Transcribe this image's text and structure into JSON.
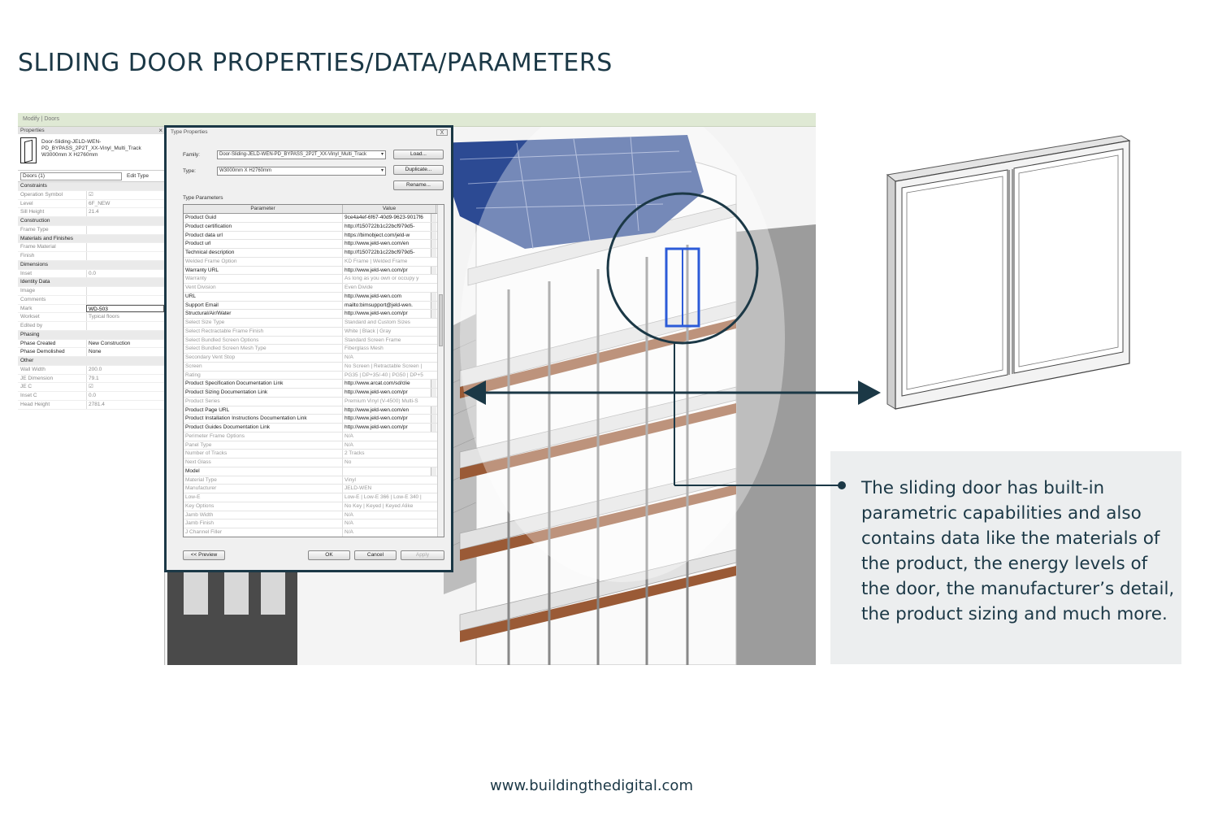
{
  "page_title": "SLIDING DOOR PROPERTIES/DATA/PARAMETERS",
  "ribbon_text": "Modify | Doors",
  "properties": {
    "header": "Properties",
    "type_name_line1": "Door-Sliding-JELD-WEN-",
    "type_name_line2": "PD_BYPASS_2P2T_XX-Vinyl_Multi_Track",
    "type_name_line3": "W3000mm X H2760mm",
    "filter_label": "Doors (1)",
    "edit_type_label": "Edit Type",
    "rows": [
      {
        "k": "Constraints",
        "v": "",
        "kind": "group"
      },
      {
        "k": "Operation Symbol",
        "v": "☑",
        "kind": "grey"
      },
      {
        "k": "Level",
        "v": "6F_NEW",
        "kind": "grey"
      },
      {
        "k": "Sill Height",
        "v": "21.4",
        "kind": "grey"
      },
      {
        "k": "Construction",
        "v": "",
        "kind": "group"
      },
      {
        "k": "Frame Type",
        "v": "",
        "kind": "grey"
      },
      {
        "k": "Materials and Finishes",
        "v": "",
        "kind": "group"
      },
      {
        "k": "Frame Material",
        "v": "",
        "kind": "grey"
      },
      {
        "k": "Finish",
        "v": "",
        "kind": "grey"
      },
      {
        "k": "Dimensions",
        "v": "",
        "kind": "group"
      },
      {
        "k": "Inset",
        "v": "0.0",
        "kind": "grey"
      },
      {
        "k": "Identity Data",
        "v": "",
        "kind": "group"
      },
      {
        "k": "Image",
        "v": "",
        "kind": "grey"
      },
      {
        "k": "Comments",
        "v": "",
        "kind": "grey"
      },
      {
        "k": "Mark",
        "v": "WD-503",
        "kind": "edit"
      },
      {
        "k": "Workset",
        "v": "Typical floors",
        "kind": "grey"
      },
      {
        "k": "Edited by",
        "v": "",
        "kind": "grey"
      },
      {
        "k": "Phasing",
        "v": "",
        "kind": "group"
      },
      {
        "k": "Phase Created",
        "v": "New Construction",
        "kind": "dark"
      },
      {
        "k": "Phase Demolished",
        "v": "None",
        "kind": "dark"
      },
      {
        "k": "Other",
        "v": "",
        "kind": "group"
      },
      {
        "k": "Wall Width",
        "v": "200.0",
        "kind": "grey"
      },
      {
        "k": "JE Dimension",
        "v": "79.1",
        "kind": "grey"
      },
      {
        "k": "JE C",
        "v": "☑",
        "kind": "grey"
      },
      {
        "k": "Inset C",
        "v": "0.0",
        "kind": "grey"
      },
      {
        "k": "Head Height",
        "v": "2781.4",
        "kind": "grey"
      }
    ]
  },
  "dialog": {
    "title": "Type Properties",
    "close_label": "X",
    "family_label": "Family:",
    "family_value": "Door-Sliding-JELD-WEN-PD_BYPASS_2P2T_XX-Vinyl_Multi_Track",
    "type_label": "Type:",
    "type_value": "W3000mm X H2760mm",
    "load_label": "Load...",
    "duplicate_label": "Duplicate...",
    "rename_label": "Rename...",
    "type_params_label": "Type Parameters",
    "col_parameter": "Parameter",
    "col_value": "Value",
    "preview_label": "<< Preview",
    "ok_label": "OK",
    "cancel_label": "Cancel",
    "apply_label": "Apply",
    "rows": [
      {
        "p": "Product Guid",
        "v": "9ce4a4ef-6f67-40d9-9623-9017f6",
        "dark": true,
        "btn": true
      },
      {
        "p": "Product certification",
        "v": "http://f150722b1c22bcf979d5-",
        "dark": true,
        "btn": true
      },
      {
        "p": "Product data url",
        "v": "https://bimobject.com/jeld-w",
        "dark": true,
        "btn": true
      },
      {
        "p": "Product url",
        "v": "http://www.jeld-wen.com/en",
        "dark": true,
        "btn": true
      },
      {
        "p": "Technical description",
        "v": "http://f150722b1c22bcf979d5-",
        "dark": true,
        "btn": true
      },
      {
        "p": "Welded Frame Option",
        "v": "KD Frame | Welded Frame",
        "dark": false,
        "btn": false
      },
      {
        "p": "Warranty URL",
        "v": "http://www.jeld-wen.com/pr",
        "dark": true,
        "btn": true
      },
      {
        "p": "Warranty",
        "v": "As long as you own or occupy y",
        "dark": false,
        "btn": false
      },
      {
        "p": "Vent Division",
        "v": "Even Divide",
        "dark": false,
        "btn": false
      },
      {
        "p": "URL",
        "v": "http://www.jeld-wen.com",
        "dark": true,
        "btn": true
      },
      {
        "p": "Support Email",
        "v": "mailto:bimsupport@jeld-wen.",
        "dark": true,
        "btn": true
      },
      {
        "p": "Structural/Air/Water",
        "v": "http://www.jeld-wen.com/pr",
        "dark": true,
        "btn": true
      },
      {
        "p": "Select Size Type",
        "v": "Standard and Custom Sizes",
        "dark": false,
        "btn": false
      },
      {
        "p": "Select Rectractable Frame Finish",
        "v": "White | Black | Gray",
        "dark": false,
        "btn": false
      },
      {
        "p": "Select Bundled Screen Options",
        "v": "Standard Screen Frame",
        "dark": false,
        "btn": false
      },
      {
        "p": "Select Bundled Screen Mesh Type",
        "v": "Fiberglass Mesh",
        "dark": false,
        "btn": false
      },
      {
        "p": "Secondary Vent Stop",
        "v": "N/A",
        "dark": false,
        "btn": false
      },
      {
        "p": "Screen",
        "v": "No Screen | Retractable Screen |",
        "dark": false,
        "btn": false
      },
      {
        "p": "Rating",
        "v": "PG35 | DP+35/-40 | PG50 | DP+5",
        "dark": false,
        "btn": false
      },
      {
        "p": "Product Specification Documentation Link",
        "v": "http://www.arcat.com/sd/clie",
        "dark": true,
        "btn": true
      },
      {
        "p": "Product Sizing Documentation Link",
        "v": "http://www.jeld-wen.com/pr",
        "dark": true,
        "btn": true
      },
      {
        "p": "Product Series",
        "v": "Premium Vinyl (V-4500) Multi-S",
        "dark": false,
        "btn": false
      },
      {
        "p": "Product Page URL",
        "v": "http://www.jeld-wen.com/en",
        "dark": true,
        "btn": true
      },
      {
        "p": "Product Installation Instructions Documentation Link",
        "v": "http://www.jeld-wen.com/pr",
        "dark": true,
        "btn": true
      },
      {
        "p": "Product Guides Documentation Link",
        "v": "http://www.jeld-wen.com/pr",
        "dark": true,
        "btn": true
      },
      {
        "p": "Perimeter Frame Options",
        "v": "N/A",
        "dark": false,
        "btn": false
      },
      {
        "p": "Panel Type",
        "v": "N/A",
        "dark": false,
        "btn": false
      },
      {
        "p": "Number of Tracks",
        "v": "2 Tracks",
        "dark": false,
        "btn": false
      },
      {
        "p": "Next Glass",
        "v": "No",
        "dark": false,
        "btn": false
      },
      {
        "p": "Model",
        "v": "",
        "dark": true,
        "btn": true
      },
      {
        "p": "Material Type",
        "v": "Vinyl",
        "dark": false,
        "btn": false
      },
      {
        "p": "Manufacturer",
        "v": "JELD-WEN",
        "dark": false,
        "btn": false
      },
      {
        "p": "Low-E",
        "v": "Low-E | Low-E 366 | Low-E 340 |",
        "dark": false,
        "btn": false
      },
      {
        "p": "Key Options",
        "v": "No Key | Keyed | Keyed Alike",
        "dark": false,
        "btn": false
      },
      {
        "p": "Jamb Width",
        "v": "N/A",
        "dark": false,
        "btn": false
      },
      {
        "p": "Jamb Finish",
        "v": "N/A",
        "dark": false,
        "btn": false
      },
      {
        "p": "J Channel Filler",
        "v": "N/A",
        "dark": false,
        "btn": false
      }
    ]
  },
  "callout_text": "The sliding door has built-in parametric capabilities and also contains data like the materials of the product, the energy levels of the door, the manufacturer’s detail, the product sizing and much more.",
  "footer_url": "www.buildingthedigital.com",
  "colors": {
    "accent": "#1b3846",
    "callout_bg": "#eceeef",
    "roof_blue": "#2c4a93",
    "timber": "#9a5a36"
  }
}
